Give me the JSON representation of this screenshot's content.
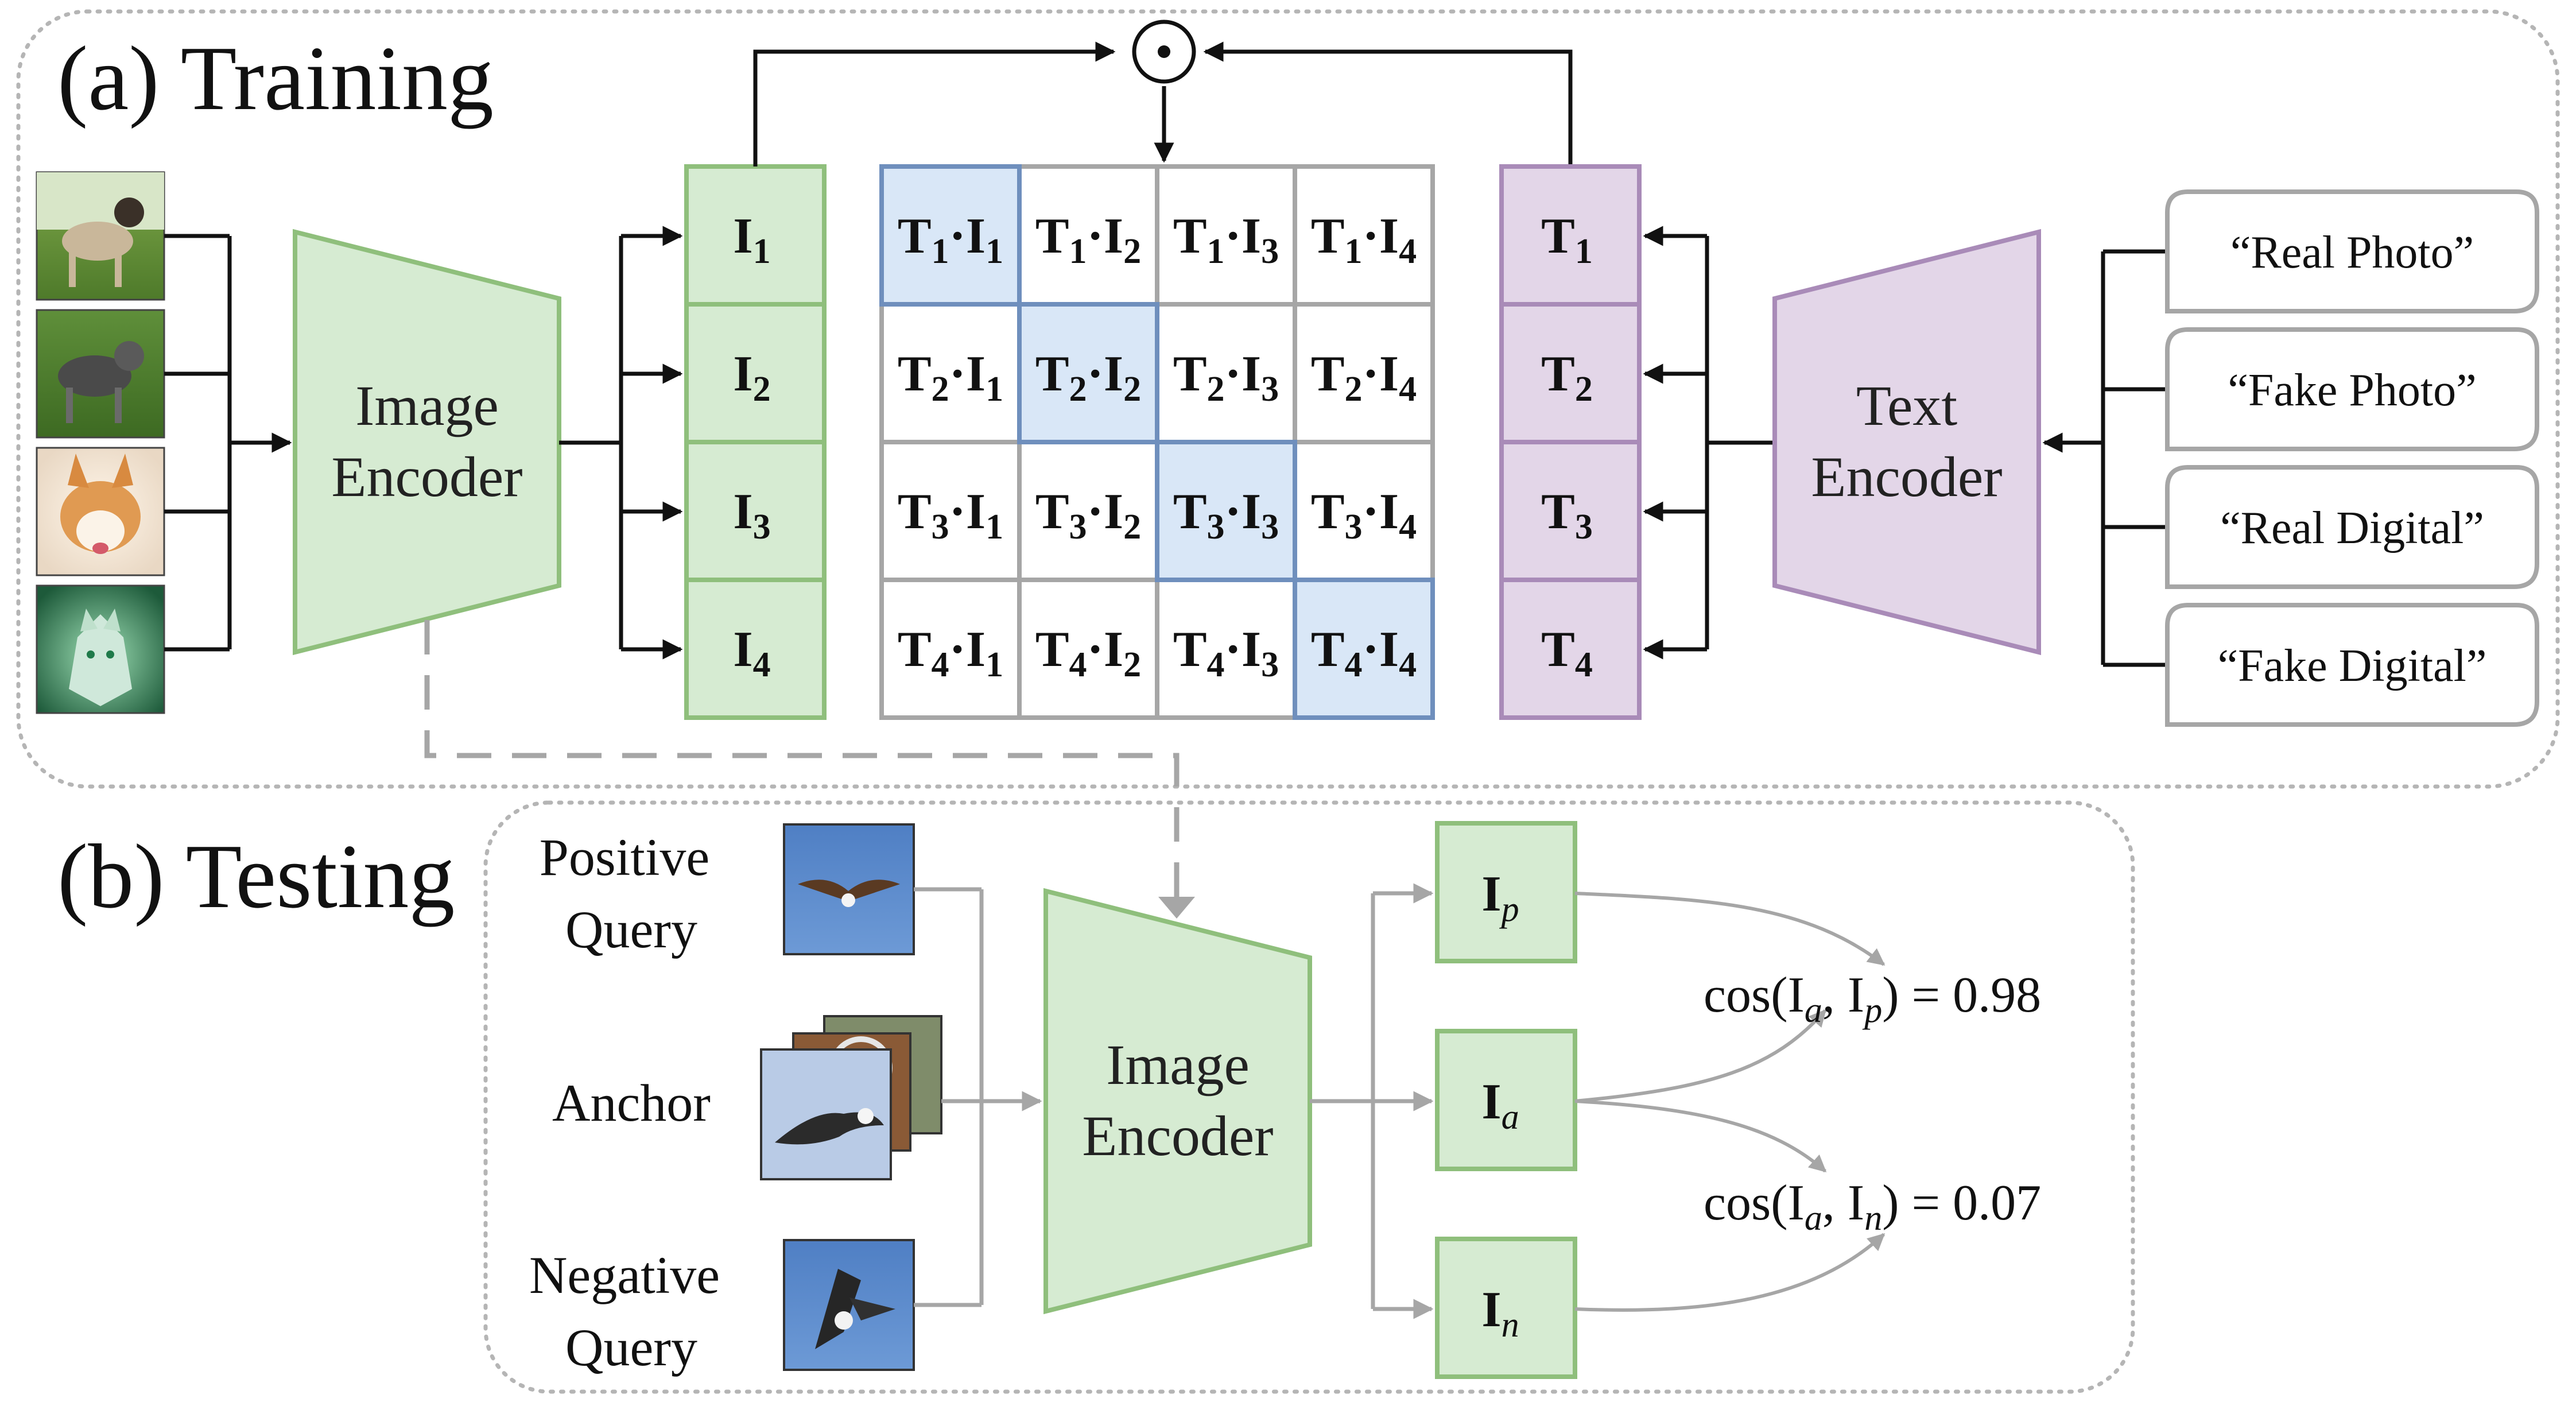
{
  "training": {
    "title": "(a) Training",
    "image_encoder_label": [
      "Image",
      "Encoder"
    ],
    "text_encoder_label": [
      "Text",
      "Encoder"
    ],
    "similarity_operator": "⊙",
    "image_embeddings": [
      {
        "base": "I",
        "sub": "1"
      },
      {
        "base": "I",
        "sub": "2"
      },
      {
        "base": "I",
        "sub": "3"
      },
      {
        "base": "I",
        "sub": "4"
      }
    ],
    "text_embeddings": [
      {
        "base": "T",
        "sub": "1"
      },
      {
        "base": "T",
        "sub": "2"
      },
      {
        "base": "T",
        "sub": "3"
      },
      {
        "base": "T",
        "sub": "4"
      }
    ],
    "prompts": [
      "“Real Photo”",
      "“Fake Photo”",
      "“Real Digital”",
      "“Fake Digital”"
    ],
    "input_images": [
      "dog-photo",
      "schnauzer-photo",
      "corgi-painting",
      "wolf-digital-art"
    ],
    "colors": {
      "image_green_fill": "#d6ebd2",
      "image_green_stroke": "#8fbf7c",
      "text_purple_fill": "#e3d6e8",
      "text_purple_stroke": "#a98bb8",
      "diag_blue_fill": "#d9e7f7",
      "diag_blue_stroke": "#6f8fbd",
      "grid_gray": "#a6a6a6"
    }
  },
  "testing": {
    "title": "(b) Testing",
    "positive_label": [
      "Positive",
      "Query"
    ],
    "anchor_label": "Anchor",
    "negative_label": [
      "Negative",
      "Query"
    ],
    "image_encoder_label": [
      "Image",
      "Encoder"
    ],
    "embeddings": [
      {
        "base": "I",
        "sub": "p"
      },
      {
        "base": "I",
        "sub": "a"
      },
      {
        "base": "I",
        "sub": "n"
      }
    ],
    "cos_positive": {
      "text": "cos(I",
      "sub1": "a",
      "mid": ", I",
      "sub2": "p",
      "tail": ") = 0.98"
    },
    "cos_negative": {
      "text": "cos(I",
      "sub1": "a",
      "mid": ", I",
      "sub2": "n",
      "tail": ") = 0.07"
    },
    "input_images": [
      "eagle-soaring",
      "eagle-anchor-stack",
      "eagle-diving"
    ]
  }
}
